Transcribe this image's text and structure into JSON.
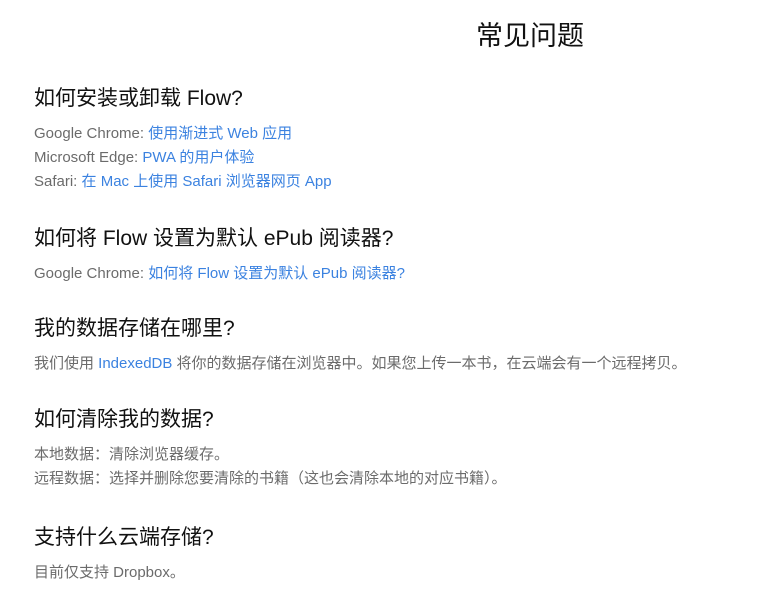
{
  "page": {
    "title": "常见问题"
  },
  "faq": [
    {
      "question": "如何安装或卸载 Flow?",
      "answers": [
        {
          "prefix": "Google Chrome: ",
          "link": "使用渐进式 Web 应用",
          "suffix": ""
        },
        {
          "prefix": "Microsoft Edge: ",
          "link": "PWA 的用户体验",
          "suffix": ""
        },
        {
          "prefix": "Safari: ",
          "link": "在 Mac 上使用 Safari 浏览器网页 App",
          "suffix": ""
        }
      ]
    },
    {
      "question": "如何将 Flow 设置为默认 ePub 阅读器?",
      "answers": [
        {
          "prefix": "Google Chrome: ",
          "link": "如何将 Flow 设置为默认 ePub 阅读器?",
          "suffix": ""
        }
      ]
    },
    {
      "question": "我的数据存储在哪里?",
      "answers": [
        {
          "prefix": "我们使用 ",
          "link": "IndexedDB",
          "suffix": " 将你的数据存储在浏览器中。如果您上传一本书，在云端会有一个远程拷贝。"
        }
      ]
    },
    {
      "question": "如何清除我的数据?",
      "answers": [
        {
          "prefix": "本地数据：清除浏览器缓存。",
          "link": "",
          "suffix": ""
        },
        {
          "prefix": "远程数据：选择并删除您要清除的书籍（这也会清除本地的对应书籍）。",
          "link": "",
          "suffix": ""
        }
      ]
    },
    {
      "question": "支持什么云端存储?",
      "answers": [
        {
          "prefix": "目前仅支持 Dropbox。",
          "link": "",
          "suffix": ""
        }
      ]
    }
  ],
  "colors": {
    "link": "#3b82e0",
    "answer_text": "#6b6b6b",
    "heading": "#111111"
  }
}
